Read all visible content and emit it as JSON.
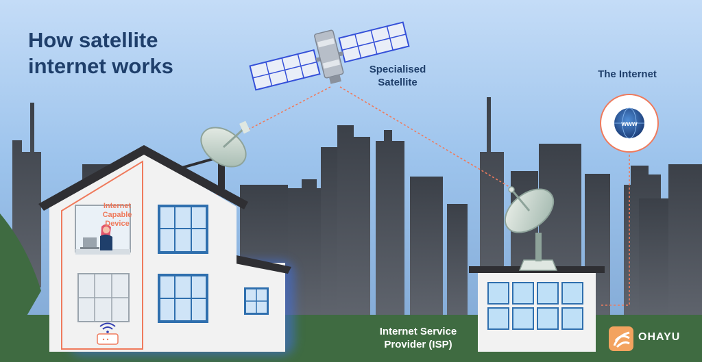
{
  "title": {
    "line1": "How satellite",
    "line2": "internet works"
  },
  "labels": {
    "satellite": {
      "line1": "Specialised",
      "line2": "Satellite"
    },
    "internet": "The Internet",
    "isp": {
      "line1": "Internet Service",
      "line2": "Provider (ISP)"
    },
    "device": {
      "line1": "Internet",
      "line2": "Capable",
      "line3": "Device"
    }
  },
  "globe_text": "www",
  "brand": "OHAYU",
  "icons": [
    "satellite-icon",
    "satellite-dish-icon",
    "globe-icon",
    "wifi-router-icon",
    "laptop-icon",
    "ohayu-logo-icon"
  ],
  "colors": {
    "title": "#1f3f6b",
    "sky_top": "#c4dcf7",
    "skyline": "#4b5058",
    "grass": "#3f6b41",
    "connection_line": "#ef7a5c",
    "window": "#2f6fae",
    "brand_accent": "#f3a35f"
  }
}
